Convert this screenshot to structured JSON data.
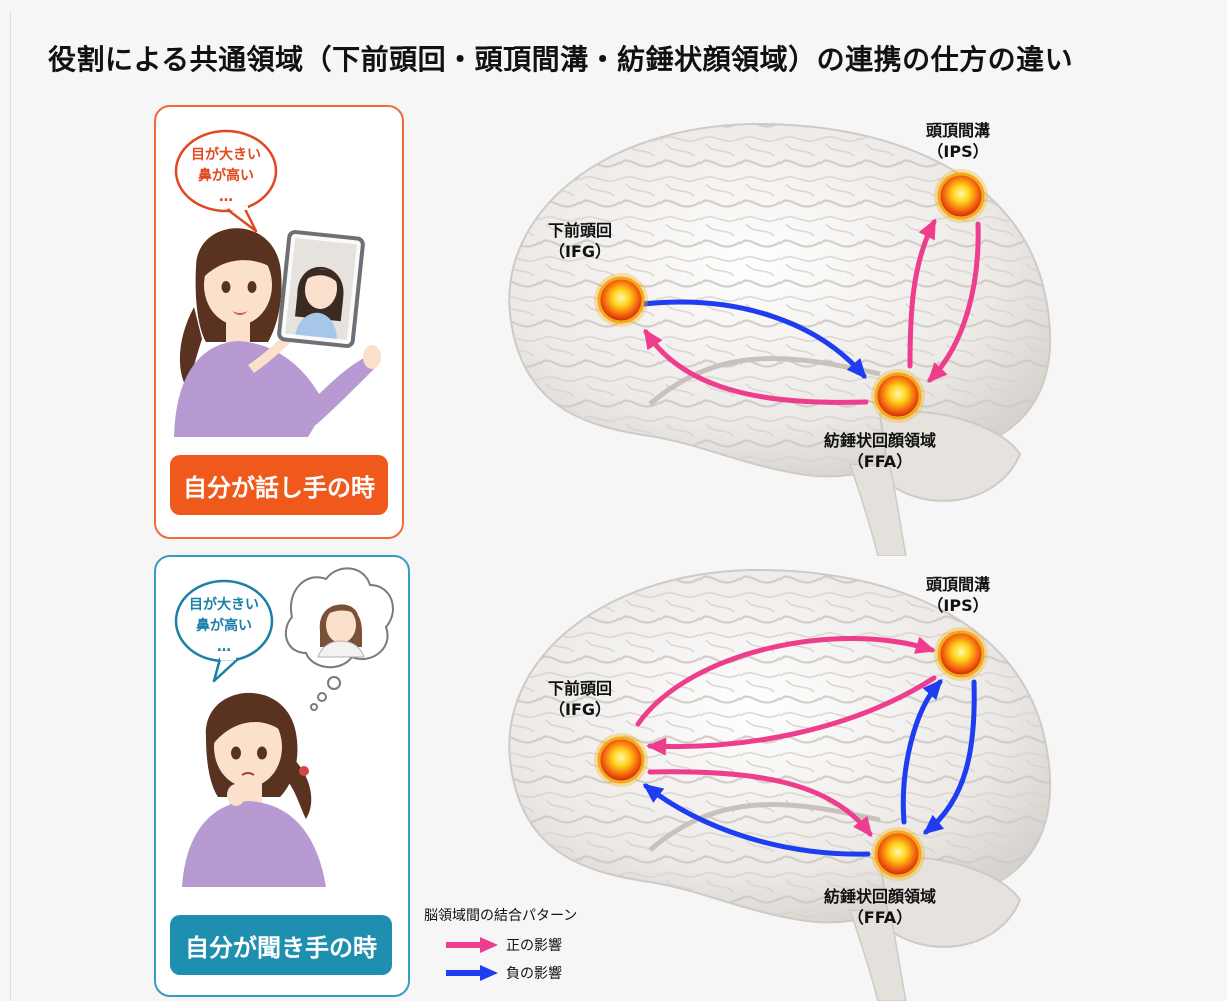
{
  "title": "役割による共通領域（下前頭回・頭頂間溝・紡錘状顔領域）の連携の仕方の違い",
  "roles": {
    "speaker": {
      "label": "自分が話し手の時",
      "bubble": [
        "目が大きい",
        "鼻が高い",
        "…"
      ]
    },
    "listener": {
      "label": "自分が聞き手の時",
      "bubble": [
        "目が大きい",
        "鼻が高い",
        "…"
      ]
    }
  },
  "regions": {
    "ifg": {
      "name": "下前頭回",
      "abbr": "（IFG）"
    },
    "ips": {
      "name": "頭頂間溝",
      "abbr": "（IPS）"
    },
    "ffa": {
      "name": "紡錘状回顔領域",
      "abbr": "（FFA）"
    }
  },
  "legend": {
    "title": "脳領域間の結合パターン",
    "positive": "正の影響",
    "negative": "負の影響"
  },
  "colors": {
    "positive": "#ef3d8d",
    "negative": "#1f3df0",
    "speaker_accent": "#ef5a1c",
    "listener_accent": "#1f8fb0"
  },
  "connections": {
    "speaker": [
      {
        "from": "IFG",
        "to": "FFA",
        "effect": "負の影響"
      },
      {
        "from": "FFA",
        "to": "IFG",
        "effect": "正の影響"
      },
      {
        "from": "FFA",
        "to": "IPS",
        "effect": "正の影響"
      },
      {
        "from": "IPS",
        "to": "FFA",
        "effect": "正の影響"
      }
    ],
    "listener": [
      {
        "from": "IFG",
        "to": "IPS",
        "effect": "正の影響"
      },
      {
        "from": "IPS",
        "to": "IFG",
        "effect": "正の影響"
      },
      {
        "from": "IFG",
        "to": "FFA",
        "effect": "正の影響"
      },
      {
        "from": "FFA",
        "to": "IFG",
        "effect": "負の影響"
      },
      {
        "from": "FFA",
        "to": "IPS",
        "effect": "負の影響"
      },
      {
        "from": "IPS",
        "to": "FFA",
        "effect": "負の影響"
      }
    ]
  }
}
